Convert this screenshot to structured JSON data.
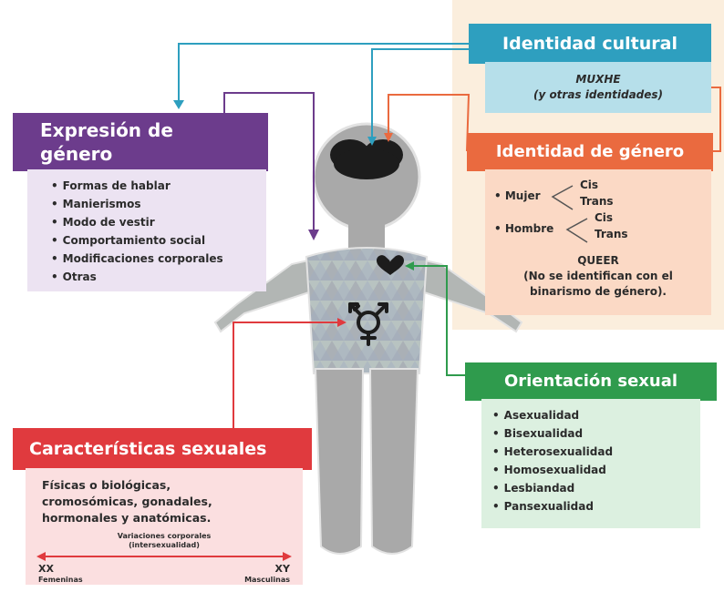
{
  "expresion": {
    "title_line1": "Expresión de",
    "title_line2": "género",
    "items": [
      "Formas de hablar",
      "Manierismos",
      "Modo de vestir",
      "Comportamiento social",
      "Modificaciones corporales",
      "Otras"
    ],
    "color": "#6c3c8c"
  },
  "cultural": {
    "title": "Identidad cultural",
    "line1": "MUXHE",
    "line2": "(y otras identidades)",
    "color": "#2e9fbf"
  },
  "genero": {
    "title": "Identidad de género",
    "mujer": "Mujer",
    "hombre": "Hombre",
    "cis": "Cis",
    "trans": "Trans",
    "queer": "QUEER",
    "queer_line1": "(No se identifican con el",
    "queer_line2": "binarismo de género).",
    "color": "#ea6a3f"
  },
  "orientacion": {
    "title": "Orientación sexual",
    "items": [
      "Asexualidad",
      "Bisexualidad",
      "Heterosexualidad",
      "Homosexualidad",
      "Lesbiandad",
      "Pansexualidad"
    ],
    "color": "#2f9b4d"
  },
  "caracteristicas": {
    "title": "Características sexuales",
    "desc_line1": "Físicas o biológicas,",
    "desc_line2": "cromosómicas, gonadales,",
    "desc_line3": "hormonales y anatómicas.",
    "variaciones_line1": "Variaciones corporales",
    "variaciones_line2": "(intersexualidad)",
    "xx": "XX",
    "xx_label": "Femeninas",
    "xy": "XY",
    "xy_label": "Masculinas",
    "color": "#e03a3e"
  },
  "figure": {
    "icons": [
      "brain-icon",
      "heart-icon",
      "transgender-symbol-icon"
    ]
  }
}
